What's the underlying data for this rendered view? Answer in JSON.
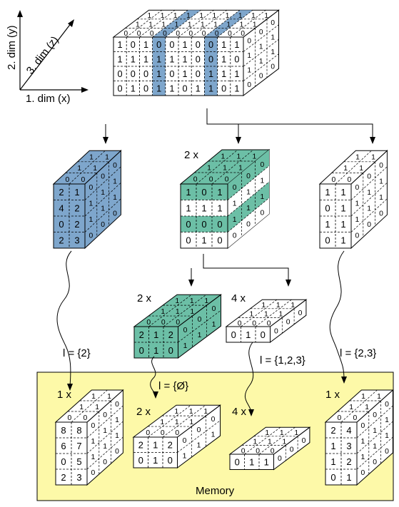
{
  "axes": {
    "dim_x": "1. dim (x)",
    "dim_y": "2. dim (y)",
    "dim_z": "3. dim (z)"
  },
  "colors": {
    "blue": "#7ea6cc",
    "green": "#6cbfa6",
    "memory_bg": "#fdf9a8",
    "white": "#ffffff",
    "stroke": "#000000"
  },
  "labels": {
    "green_count": "2 x",
    "green_small_count": "2 x",
    "white_small_count": "4 x",
    "l_blue": "l = {2}",
    "l_green": "l = {Ø}",
    "l_white_small": "l = {1,2,3}",
    "l_right": "l = {2,3}",
    "memory": "Memory",
    "mem_blue_count": "1 x",
    "mem_green_count": "2 x",
    "mem_white_count": "4 x",
    "mem_right_count": "1 x"
  },
  "blocks": {
    "top": {
      "front": [
        [
          "1",
          "0",
          "1",
          "0",
          "0",
          "1",
          "0",
          "0",
          "1",
          "1"
        ],
        [
          "1",
          "1",
          "1",
          "1",
          "1",
          "1",
          "0",
          "0",
          "1",
          "0"
        ],
        [
          "0",
          "0",
          "0",
          "1",
          "0",
          "1",
          "0",
          "1",
          "1",
          "1"
        ],
        [
          "0",
          "1",
          "0",
          "1",
          "1",
          "0",
          "1",
          "1",
          "0",
          "1"
        ]
      ]
    },
    "blue": {
      "front": [
        [
          "2",
          "1"
        ],
        [
          "4",
          "2"
        ],
        [
          "0",
          "2"
        ],
        [
          "2",
          "3"
        ]
      ]
    },
    "green": {
      "front": [
        [
          "1",
          "0",
          "1"
        ],
        [
          "1",
          "1",
          "1"
        ],
        [
          "0",
          "0",
          "0"
        ],
        [
          "0",
          "1",
          "0"
        ]
      ]
    },
    "right": {
      "front": [
        [
          "1",
          "1"
        ],
        [
          "0",
          "1"
        ],
        [
          "1",
          "1"
        ],
        [
          "0",
          "1"
        ]
      ]
    },
    "green_small": {
      "front": [
        [
          "2",
          "1",
          "2"
        ],
        [
          "0",
          "1",
          "0"
        ]
      ]
    },
    "white_small": {
      "front": [
        [
          "0",
          "1",
          "0"
        ]
      ]
    },
    "mem_blue": {
      "front": [
        [
          "8",
          "8"
        ],
        [
          "6",
          "7"
        ],
        [
          "0",
          "5"
        ],
        [
          "2",
          "3"
        ]
      ]
    },
    "mem_green": {
      "front": [
        [
          "2",
          "1",
          "2"
        ],
        [
          "0",
          "1",
          "0"
        ]
      ]
    },
    "mem_white": {
      "front": [
        [
          "0",
          "1",
          "1"
        ]
      ]
    },
    "mem_right": {
      "front": [
        [
          "2",
          "4"
        ],
        [
          "1",
          "3"
        ],
        [
          "1",
          "2"
        ],
        [
          "0",
          "1"
        ]
      ]
    }
  }
}
